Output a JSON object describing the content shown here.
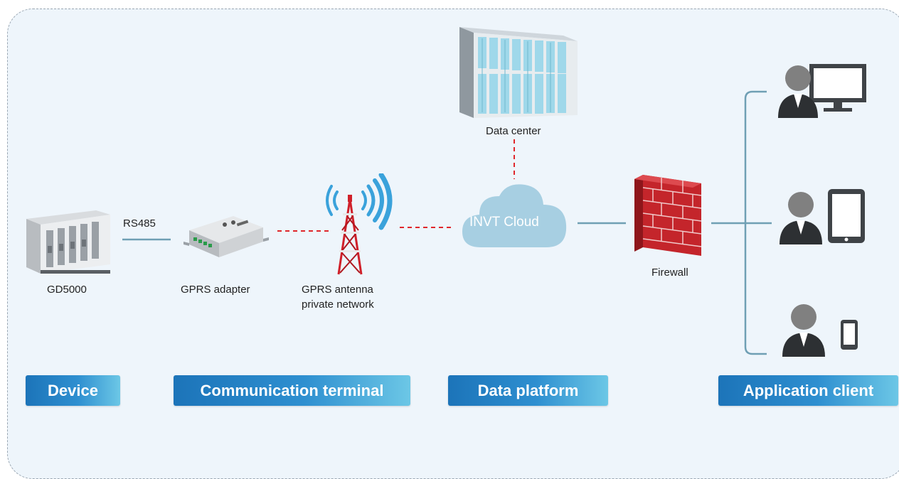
{
  "nodes": {
    "device": "GD5000",
    "adapter": "GPRS adapter",
    "antenna_line1": "GPRS antenna",
    "antenna_line2": "private network",
    "data_center": "Data center",
    "cloud": "INVT Cloud",
    "firewall": "Firewall"
  },
  "links": {
    "rs485": "RS485"
  },
  "categories": {
    "device": "Device",
    "communication": "Communication terminal",
    "data_platform": "Data platform",
    "application": "Application client"
  },
  "colors": {
    "solid_link": "#6f9fb4",
    "dashed_link": "#e0262b",
    "tag_start": "#1c74b9",
    "tag_end": "#6cc7e6",
    "background": "#eef5fb"
  },
  "icons": {
    "device": "inverter-cabinet-icon",
    "adapter": "gprs-adapter-icon",
    "antenna": "radio-tower-icon",
    "data_center": "server-rack-icon",
    "cloud": "cloud-icon",
    "firewall": "brick-wall-icon",
    "client_desktop": "user-desktop-icon",
    "client_tablet": "user-tablet-icon",
    "client_phone": "user-phone-icon"
  }
}
